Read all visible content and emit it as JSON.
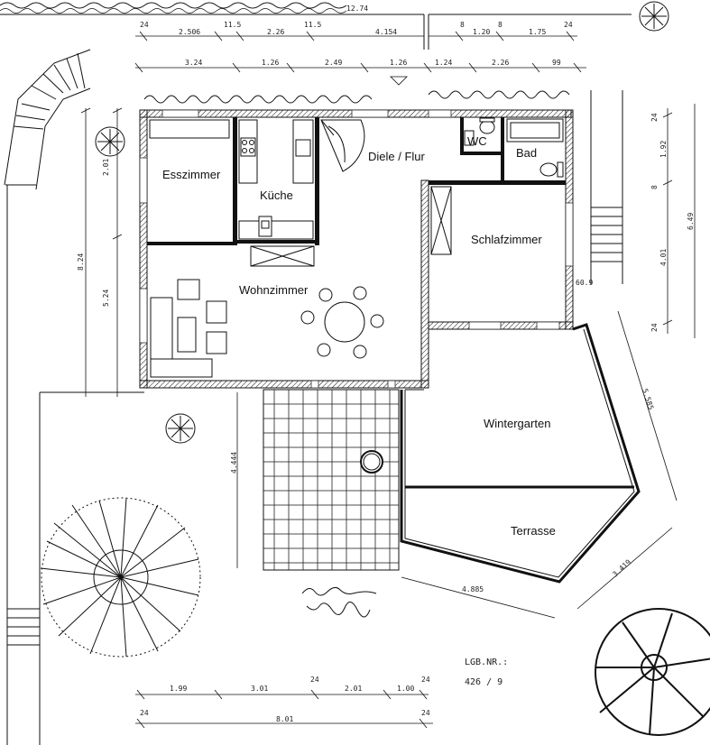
{
  "rooms": {
    "esszimmer": "Esszimmer",
    "kueche": "Küche",
    "diele": "Diele / Flur",
    "wc": "WC",
    "bad": "Bad",
    "schlafzimmer": "Schlafzimmer",
    "wohnzimmer": "Wohnzimmer",
    "wintergarten": "Wintergarten",
    "terrasse": "Terrasse"
  },
  "parcel": {
    "label": "LGB.NR.:",
    "number": "426 / 9"
  },
  "dimensions": {
    "top_row1": [
      "24",
      "2.506",
      "11.5",
      "2.26",
      "11.5",
      "4.154",
      "8",
      "1.20",
      "8",
      "1.75",
      "24"
    ],
    "top_total": "12.74",
    "top_row2": [
      "3.24",
      "1.26",
      "2.49",
      "1.26",
      "1.24",
      "2.26",
      "99"
    ],
    "right": [
      "24",
      "1.92",
      "8",
      "4.01",
      "24",
      "6.49"
    ],
    "left": [
      "2.01",
      "8.24",
      "5.24"
    ],
    "garden": [
      "4.444"
    ],
    "diag": [
      "5.585",
      "4.885",
      "3.419",
      "60.9"
    ],
    "bottom_row1": [
      "1.99",
      "3.01",
      "24",
      "2.01",
      "1.00",
      "24"
    ],
    "bottom_row2": [
      "24",
      "8.01",
      "24"
    ]
  }
}
